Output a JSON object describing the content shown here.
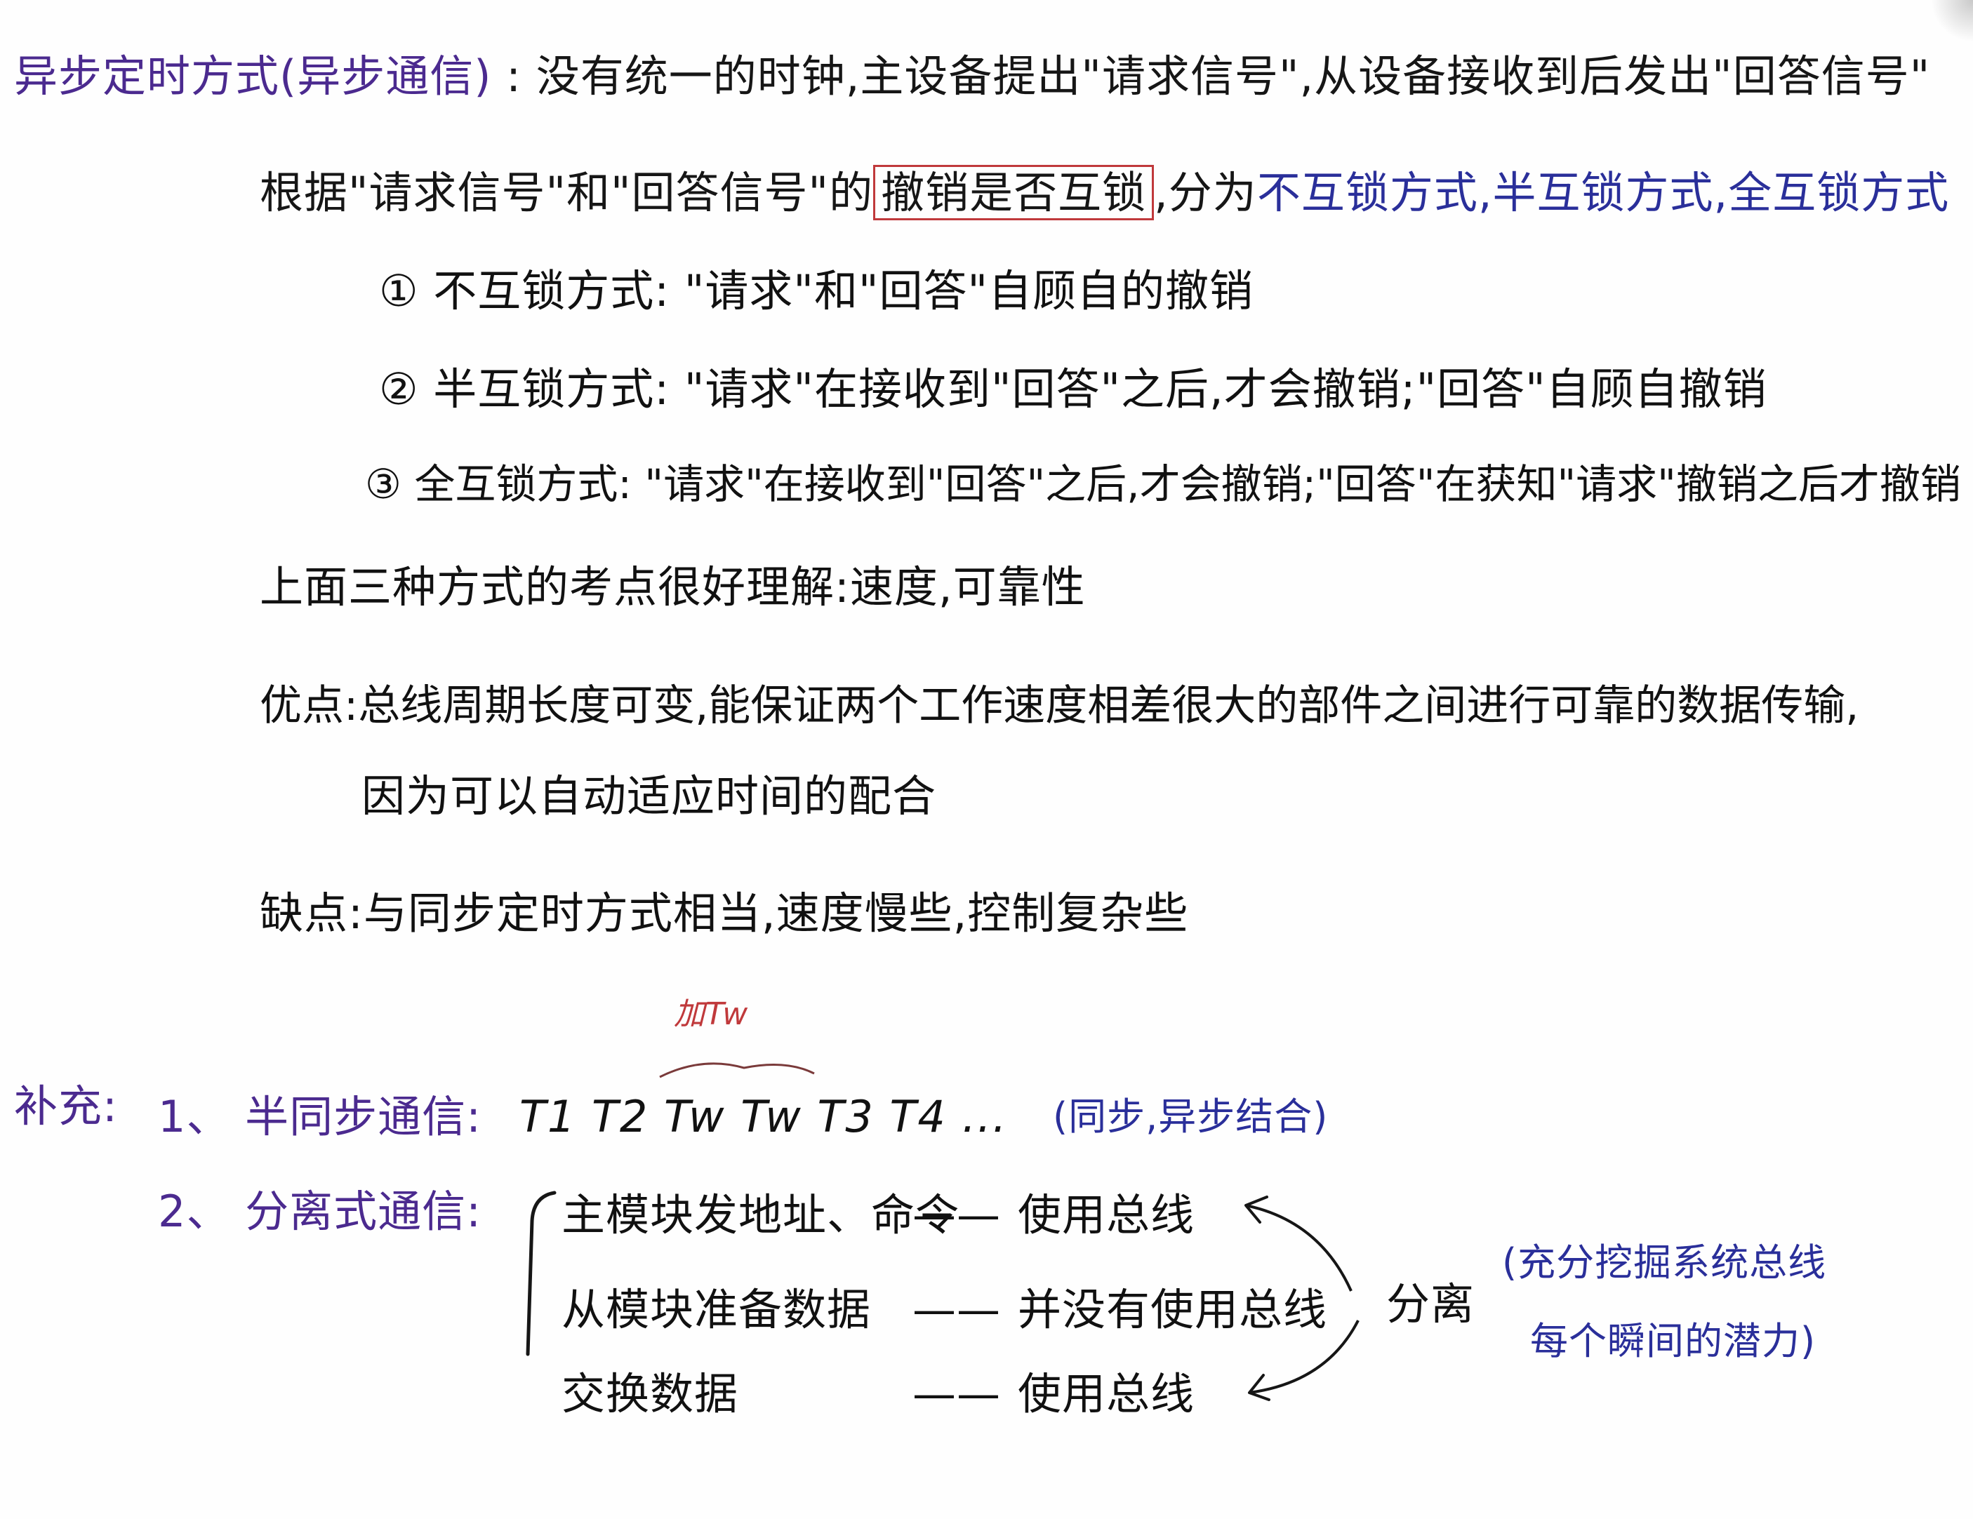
{
  "async": {
    "heading": "异步定时方式(异步通信)",
    "colon": ":",
    "definition": "没有统一的时钟,主设备提出\"请求信号\",从设备接收到后发出\"回答信号\""
  },
  "classification": {
    "prefix": "根据\"请求信号\"和\"回答信号\"的",
    "boxed": "撤销是否互锁",
    "middle": ",分为",
    "types": "不互锁方式,半互锁方式,全互锁方式"
  },
  "modes": [
    {
      "label": "① 不互锁方式:",
      "desc": "\"请求\"和\"回答\"自顾自的撤销"
    },
    {
      "label": "② 半互锁方式:",
      "desc": "\"请求\"在接收到\"回答\"之后,才会撤销;\"回答\"自顾自撤销"
    },
    {
      "label": "③ 全互锁方式:",
      "desc": "\"请求\"在接收到\"回答\"之后,才会撤销;\"回答\"在获知\"请求\"撤销之后才撤销"
    }
  ],
  "exam_point": "上面三种方式的考点很好理解:速度,可靠性",
  "advantage": {
    "label": "优点:",
    "line1": "总线周期长度可变,能保证两个工作速度相差很大的部件之间进行可靠的数据传输,",
    "line2": "因为可以自动适应时间的配合"
  },
  "disadvantage": {
    "label": "缺点:",
    "text": "与同步定时方式相当,速度慢些,控制复杂些"
  },
  "supplement": {
    "label": "补充:",
    "item1": {
      "index": "1、",
      "title": "半同步通信:",
      "sequence": "T1  T2  Tw  Tw  T3  T4 ...",
      "annotation": "加Tw",
      "note": "(同步,异步结合)"
    },
    "item2": {
      "index": "2、",
      "title": "分离式通信:",
      "rows": [
        {
          "left": "主模块发地址、命令",
          "dash": "——",
          "right": "使用总线"
        },
        {
          "left": "从模块准备数据",
          "dash": "——",
          "right": "并没有使用总线"
        },
        {
          "left": "交换数据",
          "dash": "——",
          "right": "使用总线"
        }
      ],
      "separate": "分离",
      "note_line1": "(充分挖掘系统总线",
      "note_line2": "每个瞬间的潜力)"
    }
  },
  "colors": {
    "purple": "#4b2a8f",
    "blue": "#2a2f9a",
    "red": "#c0393b",
    "ink": "#161616"
  }
}
